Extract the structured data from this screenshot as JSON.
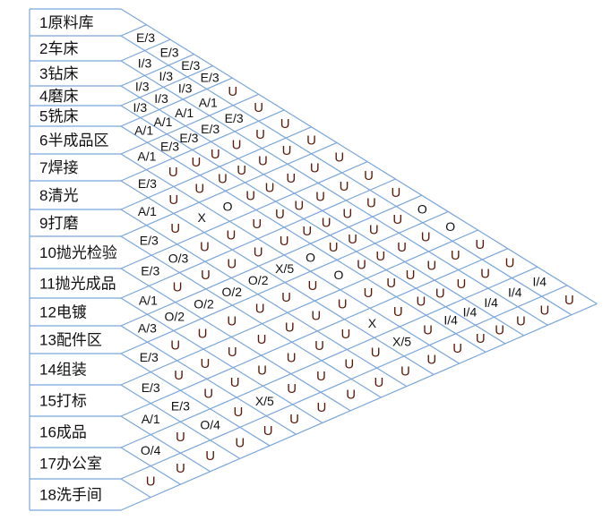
{
  "title": "作业单位相互关系图",
  "departments": [
    "1原料库",
    "2车床",
    "3钻床",
    "4磨床",
    "5铣床",
    "6半成品区",
    "7焊接",
    "8清光",
    "9打磨",
    "10抛光检验",
    "11抛光成品",
    "12电镀",
    "13配件区",
    "14组装",
    "15打标",
    "16成品",
    "17办公室",
    "18洗手间"
  ],
  "relationships": [
    [
      "E/3",
      "E/3",
      "E/3",
      "E/3",
      "U",
      "U",
      "U",
      "U",
      "U",
      "U",
      "U",
      "O",
      "O",
      "U",
      "U",
      "I/4",
      "U"
    ],
    [
      "I/3",
      "I/3",
      "I/3",
      "A/1",
      "E/3",
      "U",
      "U",
      "U",
      "U",
      "U",
      "U",
      "U",
      "U",
      "U",
      "I/4",
      "U"
    ],
    [
      "I/3",
      "I/3",
      "A/1",
      "E/3",
      "U",
      "U",
      "U",
      "U",
      "U",
      "U",
      "U",
      "U",
      "U",
      "I/4",
      "U"
    ],
    [
      "I/3",
      "A/1",
      "E/3",
      "U",
      "U",
      "U",
      "U",
      "U",
      "U",
      "U",
      "U",
      "U",
      "I/4",
      "U"
    ],
    [
      "A/1",
      "E/3",
      "U",
      "U",
      "U",
      "U",
      "U",
      "U",
      "U",
      "U",
      "U",
      "I/4",
      "U"
    ],
    [
      "A/1",
      "U",
      "U",
      "O",
      "U",
      "U",
      "O",
      "O",
      "U",
      "U",
      "U",
      "U"
    ],
    [
      "E/3",
      "U",
      "X",
      "U",
      "U",
      "X/5",
      "U",
      "U",
      "X",
      "X/5",
      "U"
    ],
    [
      "A/1",
      "U",
      "U",
      "U",
      "O/2",
      "U",
      "U",
      "U",
      "U",
      "U"
    ],
    [
      "E/3",
      "O/3",
      "U",
      "O/2",
      "U",
      "U",
      "U",
      "U",
      "U"
    ],
    [
      "E/3",
      "U",
      "O/2",
      "U",
      "U",
      "U",
      "U",
      "U"
    ],
    [
      "A/1",
      "O/2",
      "U",
      "U",
      "U",
      "U",
      "U"
    ],
    [
      "A/3",
      "U",
      "U",
      "U",
      "X/5",
      "U"
    ],
    [
      "E/3",
      "U",
      "U",
      "U",
      "U"
    ],
    [
      "E/3",
      "E/3",
      "O/4",
      "U"
    ],
    [
      "A/1",
      "U",
      "U"
    ],
    [
      "O/4",
      "U"
    ],
    [
      "U"
    ]
  ],
  "colors": {
    "grid": "#7aa6db",
    "text": "#111111",
    "u_text": "#5a1a08"
  }
}
